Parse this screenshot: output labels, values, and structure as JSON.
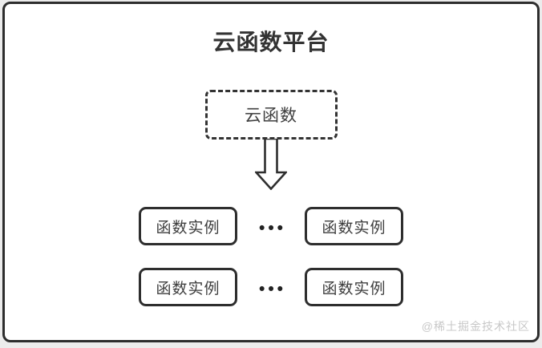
{
  "colors": {
    "page_bg": "#ececec",
    "card_bg": "#ffffff",
    "frame_border": "#2d2d2d",
    "node_border": "#2e2e2e",
    "title_text": "#333333",
    "node_text": "#3d3d3d",
    "ellipsis_text": "#222222",
    "watermark_text": "#c8c8c8"
  },
  "diagram": {
    "title": "云函数平台",
    "root_node": {
      "label": "云函数"
    },
    "arrow_icon": "hollow-down-arrow",
    "rows": [
      {
        "instances": [
          "函数实例",
          "函数实例"
        ],
        "ellipsis": "•••"
      },
      {
        "instances": [
          "函数实例",
          "函数实例"
        ],
        "ellipsis": "•••"
      }
    ],
    "watermark": "@稀土掘金技术社区"
  }
}
